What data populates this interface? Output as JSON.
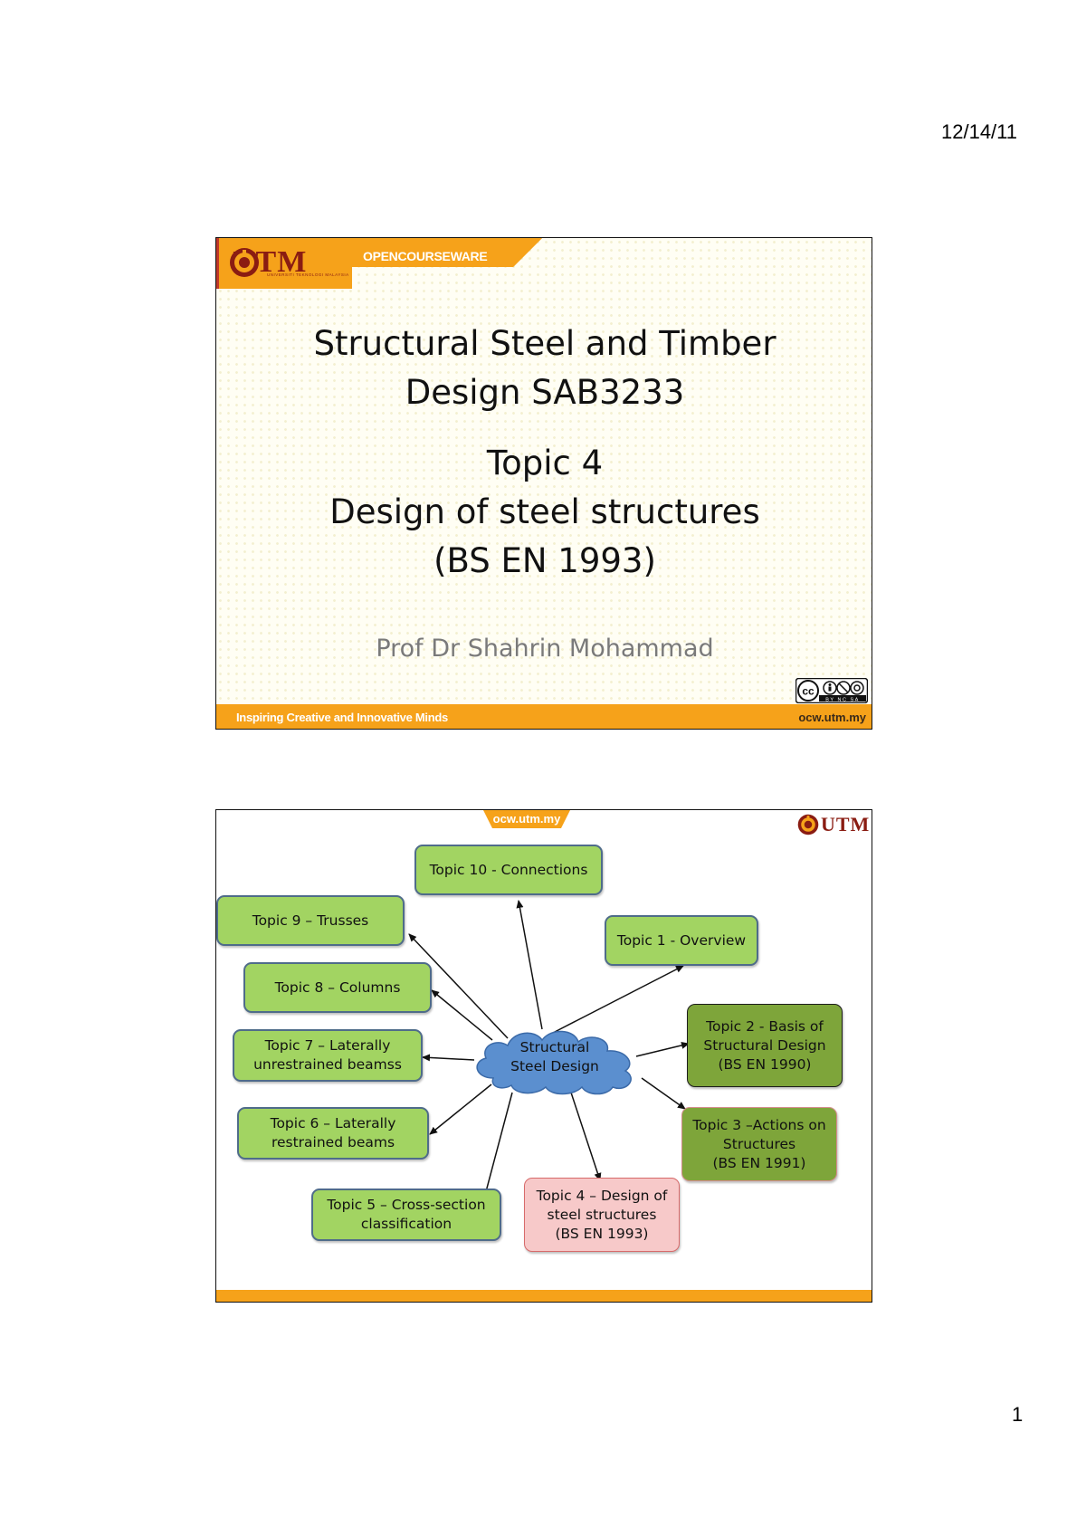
{
  "page": {
    "date": "12/14/11",
    "number": "1"
  },
  "branding": {
    "logo_text": "UTM",
    "logo_subtitle": "UNIVERSITI TEKNOLOGI MALAYSIA",
    "banner": "OPENCOURSEWARE",
    "tagline": "Inspiring Creative and Innovative Minds",
    "url": "ocw.utm.my",
    "license_text": "BY NC SA",
    "license_prefix": "cc"
  },
  "slide1": {
    "title": "Structural Steel and Timber\nDesign SAB3233",
    "topic": "Topic 4\nDesign of steel structures\n(BS EN 1993)",
    "author": "Prof Dr Shahrin Mohammad"
  },
  "slide2": {
    "tab": "ocw.utm.my",
    "center": "Structural\nSteel Design",
    "nodes": {
      "topic10": "Topic 10 - Connections",
      "topic9": "Topic 9 – Trusses",
      "topic1": "Topic 1 - Overview",
      "topic8": "Topic 8 – Columns",
      "topic2": "Topic 2 - Basis of\nStructural Design\n(BS EN 1990)",
      "topic7": "Topic 7 – Laterally\nunrestrained beamss",
      "topic6": "Topic 6 – Laterally\nrestrained beams",
      "topic3": "Topic 3 –Actions on\nStructures\n(BS EN 1991)",
      "topic5": "Topic 5 – Cross-section\nclassification",
      "topic4": "Topic 4 – Design of\nsteel structures\n(BS EN 1993)"
    }
  },
  "colors": {
    "orange": "#f6a21a",
    "node_green": "#a2d462",
    "node_olive": "#7ea53a",
    "node_pink": "#f7c9c9",
    "cloud_blue": "#5b8fcf",
    "utm_maroon": "#8a1c12"
  }
}
